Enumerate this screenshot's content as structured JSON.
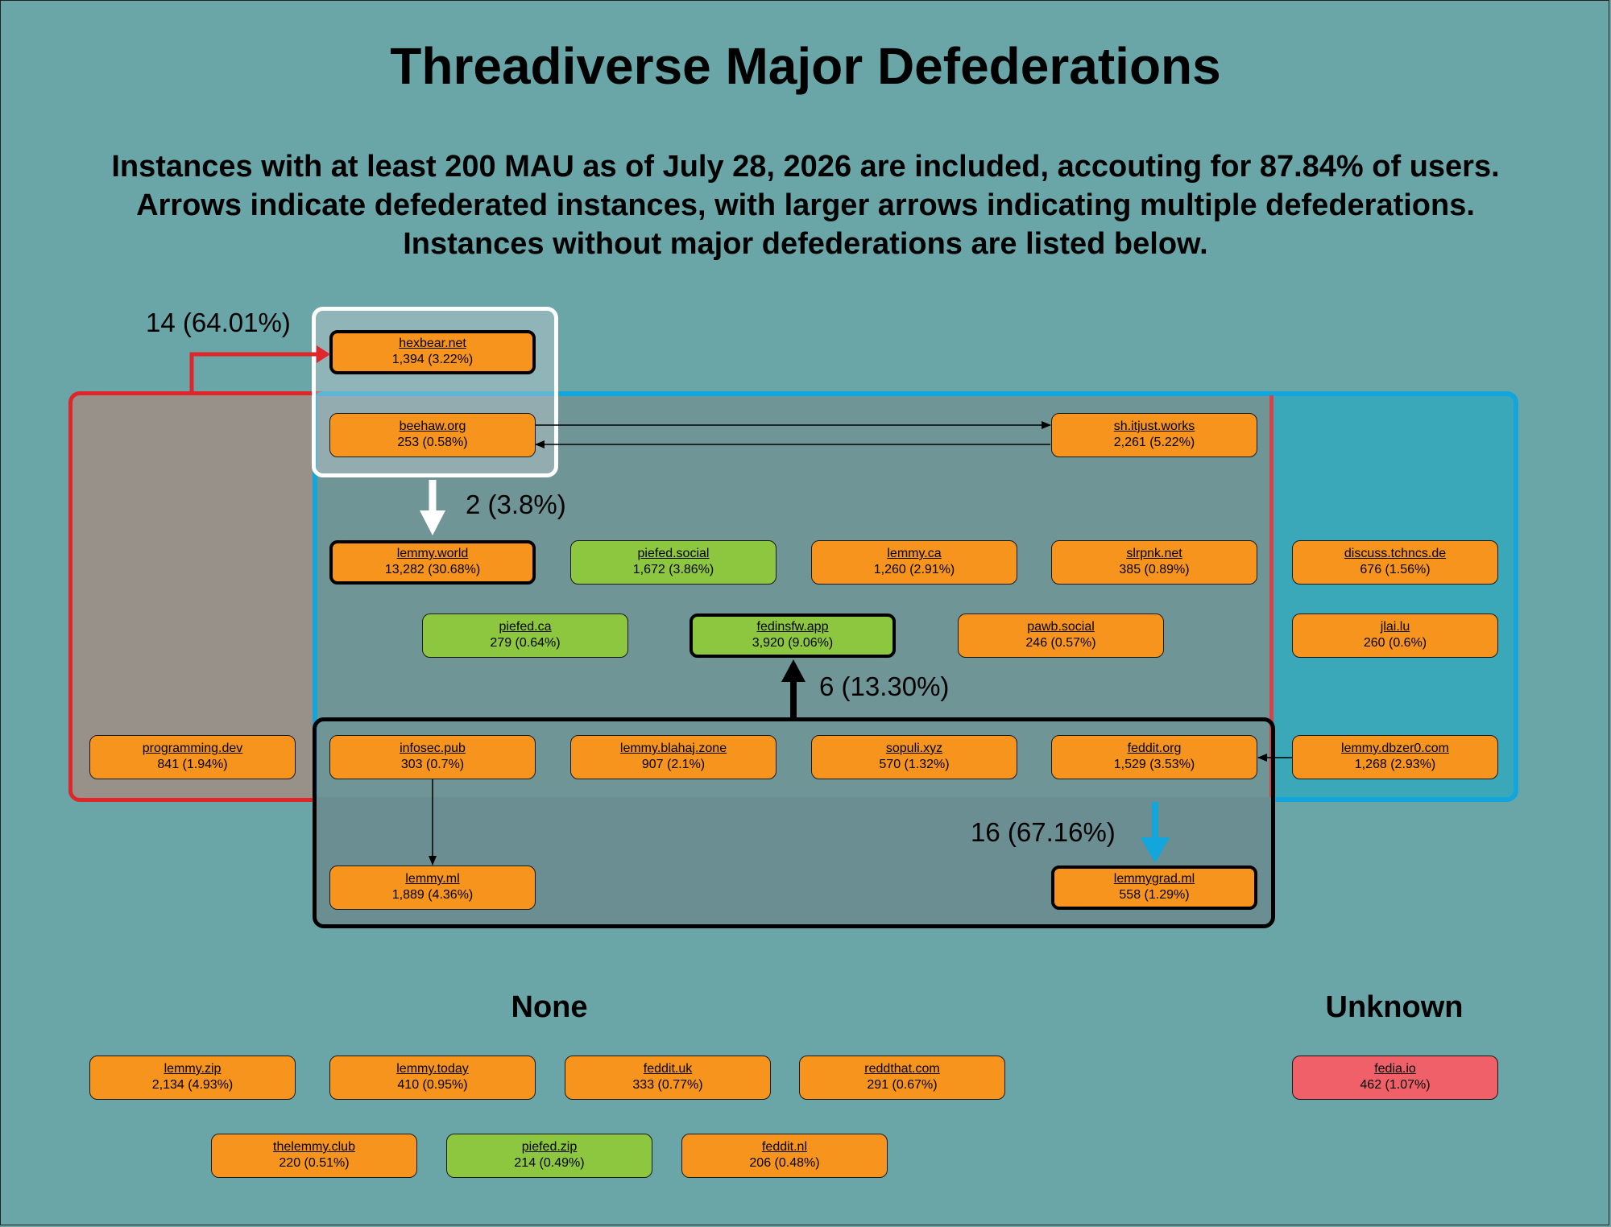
{
  "title": "Threadiverse Major Defederations",
  "subtitle_lines": [
    "Instances with at least 200 MAU as of July 28, 2026 are included, accouting for 87.84% of users.",
    "Arrows indicate defederated instances, with larger arrows indicating multiple defederations.",
    "Instances without major defederations are listed below."
  ],
  "arrow_labels": {
    "hexbear": "14 (64.01%)",
    "lemmy_world": "2 (3.8%)",
    "fedinsfw": "6 (13.30%)",
    "lemmygrad": "16 (67.16%)"
  },
  "nodes": {
    "hexbear": {
      "name": "hexbear.net",
      "stat": "1,394 (3.22%)"
    },
    "beehaw": {
      "name": "beehaw.org",
      "stat": "253 (0.58%)"
    },
    "shitjust": {
      "name": "sh.itjust.works",
      "stat": "2,261 (5.22%)"
    },
    "lemmyworld": {
      "name": "lemmy.world",
      "stat": "13,282 (30.68%)"
    },
    "piefedsocial": {
      "name": "piefed.social",
      "stat": "1,672 (3.86%)"
    },
    "lemmyca": {
      "name": "lemmy.ca",
      "stat": "1,260 (2.91%)"
    },
    "slrpnk": {
      "name": "slrpnk.net",
      "stat": "385 (0.89%)"
    },
    "discuss": {
      "name": "discuss.tchncs.de",
      "stat": "676 (1.56%)"
    },
    "piefedca": {
      "name": "piefed.ca",
      "stat": "279 (0.64%)"
    },
    "fedinsfw": {
      "name": "fedinsfw.app",
      "stat": "3,920 (9.06%)"
    },
    "pawb": {
      "name": "pawb.social",
      "stat": "246 (0.57%)"
    },
    "jlai": {
      "name": "jlai.lu",
      "stat": "260 (0.6%)"
    },
    "programming": {
      "name": "programming.dev",
      "stat": "841 (1.94%)"
    },
    "infosec": {
      "name": "infosec.pub",
      "stat": "303 (0.7%)"
    },
    "blahaj": {
      "name": "lemmy.blahaj.zone",
      "stat": "907 (2.1%)"
    },
    "sopuli": {
      "name": "sopuli.xyz",
      "stat": "570 (1.32%)"
    },
    "fedditorg": {
      "name": "feddit.org",
      "stat": "1,529 (3.53%)"
    },
    "dbzer0": {
      "name": "lemmy.dbzer0.com",
      "stat": "1,268 (2.93%)"
    },
    "lemmyml": {
      "name": "lemmy.ml",
      "stat": "1,889 (4.36%)"
    },
    "lemmygrad": {
      "name": "lemmygrad.ml",
      "stat": "558 (1.29%)"
    }
  },
  "none_heading": "None",
  "unknown_heading": "Unknown",
  "none_nodes": [
    {
      "name": "lemmy.zip",
      "stat": "2,134 (4.93%)"
    },
    {
      "name": "lemmy.today",
      "stat": "410 (0.95%)"
    },
    {
      "name": "feddit.uk",
      "stat": "333 (0.77%)"
    },
    {
      "name": "reddthat.com",
      "stat": "291 (0.67%)"
    },
    {
      "name": "thelemmy.club",
      "stat": "220 (0.51%)"
    },
    {
      "name": "piefed.zip",
      "stat": "214 (0.49%)"
    },
    {
      "name": "feddit.nl",
      "stat": "206 (0.48%)"
    }
  ],
  "unknown_nodes": [
    {
      "name": "fedia.io",
      "stat": "462 (1.07%)"
    }
  ],
  "colors": {
    "background": "#6aa6a8",
    "mbin_lemmy_orange": "#f7941d",
    "piefed_green": "#8dc63f",
    "unknown_red": "#f06068",
    "red_group": "#e0262b",
    "blue_group": "#12a6dc",
    "white_group": "#ffffff",
    "black_group": "#000000"
  }
}
